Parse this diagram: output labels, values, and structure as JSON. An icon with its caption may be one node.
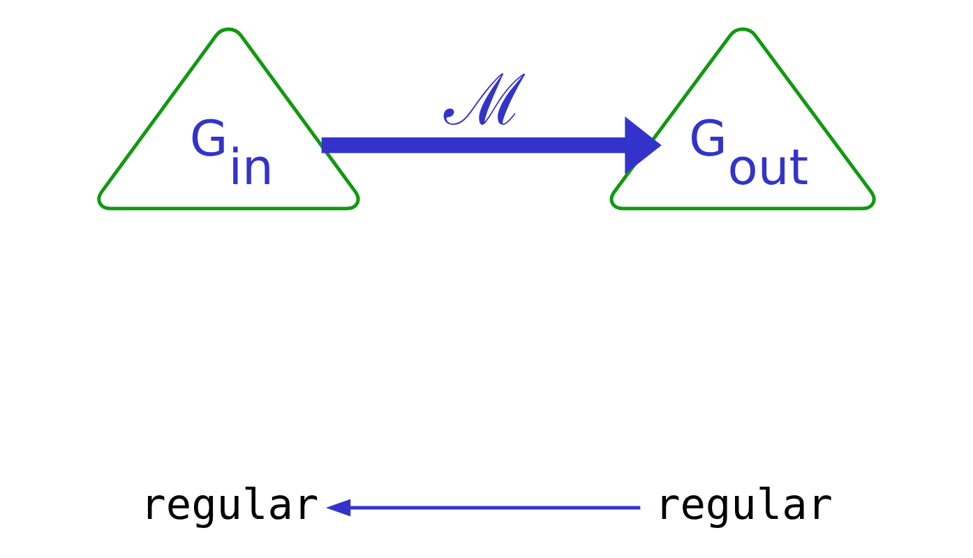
{
  "diagram": {
    "nodes": [
      {
        "text": [
          "G$_{in}$"
        ]
      },
      {
        "text": [
          "G$_{out}$"
        ]
      },
      {
        "text": [
          "regular"
        ]
      },
      {
        "text": [
          "regular"
        ]
      }
    ],
    "edges": [
      {
        "from": 0,
        "to": 1,
        "arrow": "to",
        "label": "ℳ",
        "style": "thick"
      },
      {
        "from": 3,
        "to": 2,
        "arrow": "to"
      }
    ]
  }
}
